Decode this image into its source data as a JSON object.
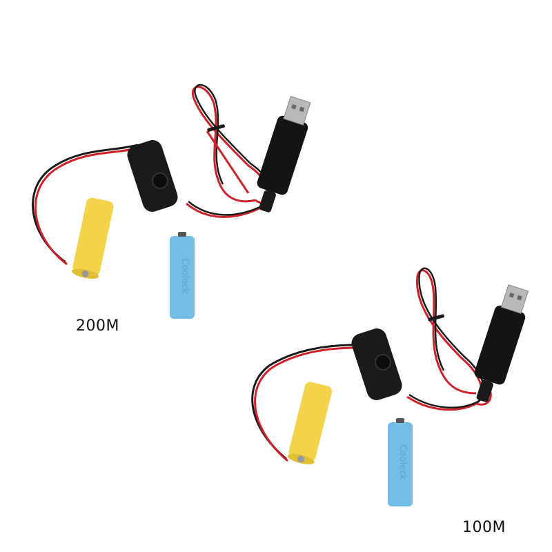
{
  "product_sets": [
    {
      "label": "200M",
      "components": {
        "usb_plug": "usb-a-connector",
        "converter": "black-usb-converter-module",
        "switch": "inline-push-button-switch",
        "dummy_battery": "yellow-aa-dummy-battery",
        "loose_battery": "blue-aa-battery",
        "battery_print": "Cooleck"
      }
    },
    {
      "label": "100M",
      "components": {
        "usb_plug": "usb-a-connector",
        "converter": "black-usb-converter-module",
        "switch": "inline-push-button-switch",
        "dummy_battery": "yellow-aa-dummy-battery",
        "loose_battery": "blue-aa-battery",
        "battery_print": "Cooleck"
      }
    }
  ],
  "colors": {
    "background": "#ffffff",
    "wire_red": "#d0202a",
    "wire_black": "#1a1a1a",
    "converter": "#141414",
    "usb_metal": "#b8b8b8",
    "yellow_battery": "#f2d34a",
    "blue_battery": "#74bde6",
    "label_text": "#111111"
  }
}
